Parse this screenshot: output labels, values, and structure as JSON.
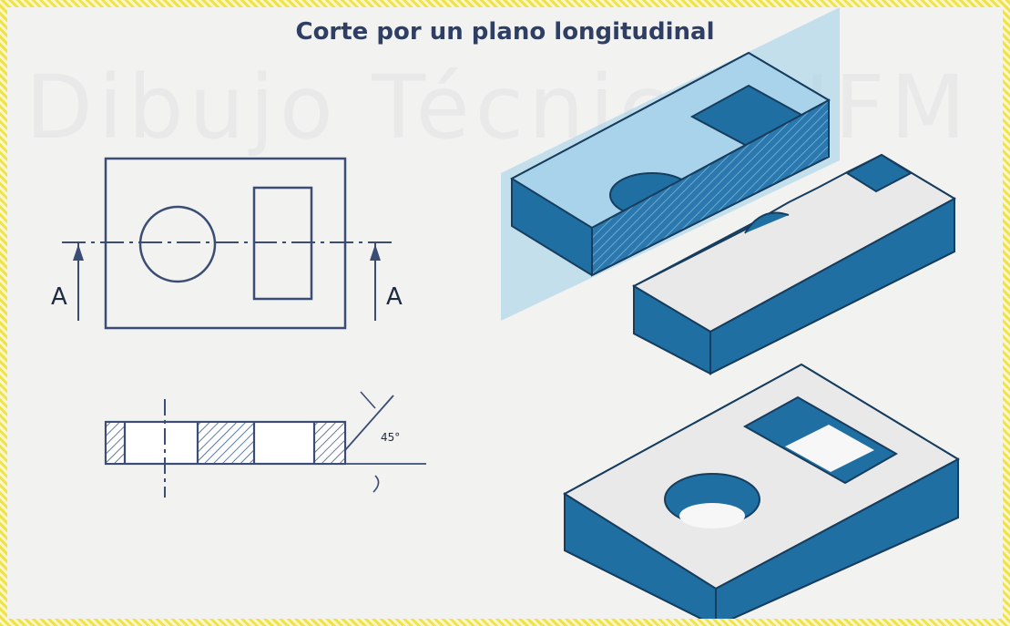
{
  "title": "Corte por un plano longitudinal",
  "watermark": "Dibujo Técnico UFM",
  "front_view": {
    "cut_label_left": "A",
    "cut_label_right": "A"
  },
  "section_view": {
    "hatch_angle_label": "45°"
  },
  "colors": {
    "piece_blue": "#1f6fa3",
    "piece_top": "#e8e8e8",
    "plane_blue": "#9fd0e8",
    "title": "#2e3f63"
  }
}
